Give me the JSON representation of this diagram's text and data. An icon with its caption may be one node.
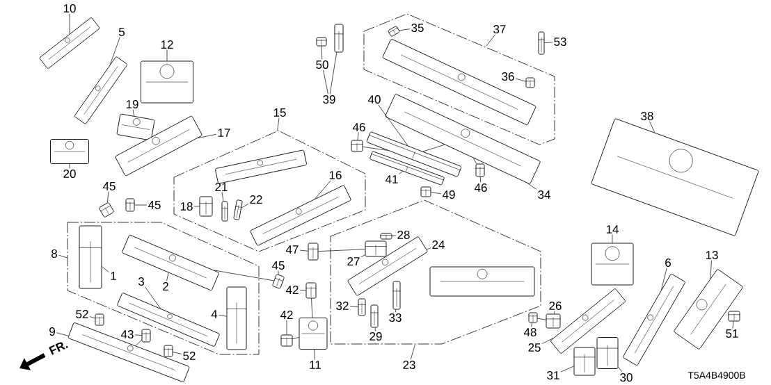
{
  "diagram": {
    "nodes": [
      {
        "text": [],
        "shape": "polygon"
      },
      {
        "text": [],
        "shape": "polygon"
      },
      {
        "text": [],
        "shape": "polygon"
      },
      {
        "text": [],
        "shape": "polygon"
      },
      {
        "text": [
          "10"
        ]
      },
      {
        "text": [],
        "shape": "picture"
      },
      {
        "text": [
          "5"
        ]
      },
      {
        "text": [],
        "shape": "picture"
      },
      {
        "text": [
          "12"
        ]
      },
      {
        "text": [],
        "shape": "picture"
      },
      {
        "text": [
          "19"
        ]
      },
      {
        "text": [],
        "shape": "picture"
      },
      {
        "text": [
          "17"
        ]
      },
      {
        "text": [],
        "shape": "picture"
      },
      {
        "text": [
          "20"
        ]
      },
      {
        "text": [],
        "shape": "picture"
      },
      {
        "text": [
          "50"
        ]
      },
      {
        "text": [],
        "shape": "picture"
      },
      {
        "text": [],
        "shape": "picture"
      },
      {
        "text": [
          "39"
        ]
      },
      {
        "text": [
          "35"
        ],
        "in": 3
      },
      {
        "text": [],
        "shape": "picture",
        "in": 3
      },
      {
        "text": [
          "37"
        ]
      },
      {
        "text": [],
        "shape": "picture",
        "in": 3
      },
      {
        "text": [
          "53"
        ]
      },
      {
        "text": [],
        "shape": "picture"
      },
      {
        "text": [
          "36"
        ],
        "in": 3
      },
      {
        "text": [],
        "shape": "picture",
        "in": 3
      },
      {
        "text": [
          "15"
        ]
      },
      {
        "text": [],
        "shape": "picture",
        "in": 1
      },
      {
        "text": [
          "16"
        ],
        "in": 1
      },
      {
        "text": [],
        "shape": "picture",
        "in": 1
      },
      {
        "text": [
          "21"
        ],
        "in": 1
      },
      {
        "text": [],
        "shape": "picture",
        "in": 1
      },
      {
        "text": [
          "22"
        ],
        "in": 1
      },
      {
        "text": [],
        "shape": "picture",
        "in": 1
      },
      {
        "text": [
          "18"
        ],
        "in": 1
      },
      {
        "text": [],
        "shape": "picture",
        "in": 1
      },
      {
        "text": [
          "40"
        ]
      },
      {
        "text": [],
        "shape": "picture"
      },
      {
        "text": [
          "46"
        ]
      },
      {
        "text": [],
        "shape": "picture"
      },
      {
        "text": [
          "34"
        ]
      },
      {
        "text": [],
        "shape": "picture"
      },
      {
        "text": [
          "41"
        ]
      },
      {
        "text": [],
        "shape": "picture"
      },
      {
        "text": [
          "46"
        ]
      },
      {
        "text": [],
        "shape": "picture"
      },
      {
        "text": [
          "49"
        ]
      },
      {
        "text": [],
        "shape": "picture"
      },
      {
        "text": [
          "38"
        ]
      },
      {
        "text": [],
        "shape": "picture"
      },
      {
        "text": [
          "45"
        ]
      },
      {
        "text": [],
        "shape": "picture"
      },
      {
        "text": [
          "45"
        ]
      },
      {
        "text": [],
        "shape": "picture"
      },
      {
        "text": [
          "8"
        ]
      },
      {
        "text": [
          "1"
        ],
        "in": 0
      },
      {
        "text": [],
        "shape": "picture",
        "in": 0
      },
      {
        "text": [
          "2"
        ],
        "in": 0
      },
      {
        "text": [],
        "shape": "picture",
        "in": 0
      },
      {
        "text": [
          "3"
        ],
        "in": 0
      },
      {
        "text": [],
        "shape": "picture",
        "in": 0
      },
      {
        "text": [
          "4"
        ],
        "in": 0
      },
      {
        "text": [],
        "shape": "picture",
        "in": 0
      },
      {
        "text": [
          "45"
        ]
      },
      {
        "text": [],
        "shape": "picture"
      },
      {
        "text": [
          "9"
        ]
      },
      {
        "text": [],
        "shape": "picture"
      },
      {
        "text": [
          "52"
        ]
      },
      {
        "text": [],
        "shape": "picture"
      },
      {
        "text": [
          "43"
        ]
      },
      {
        "text": [],
        "shape": "picture"
      },
      {
        "text": [
          "52"
        ]
      },
      {
        "text": [],
        "shape": "picture"
      },
      {
        "text": [
          "47"
        ]
      },
      {
        "text": [],
        "shape": "picture"
      },
      {
        "text": [
          "42"
        ]
      },
      {
        "text": [],
        "shape": "picture"
      },
      {
        "text": [
          "42"
        ]
      },
      {
        "text": [],
        "shape": "picture"
      },
      {
        "text": [
          "11"
        ]
      },
      {
        "text": [],
        "shape": "picture"
      },
      {
        "text": [
          "28"
        ],
        "in": 2
      },
      {
        "text": [],
        "shape": "picture",
        "in": 2
      },
      {
        "text": [
          "24"
        ],
        "in": 2
      },
      {
        "text": [],
        "shape": "picture",
        "in": 2
      },
      {
        "text": [
          "27"
        ],
        "in": 2
      },
      {
        "text": [],
        "shape": "picture",
        "in": 2
      },
      {
        "text": [
          "33"
        ],
        "in": 2
      },
      {
        "text": [],
        "shape": "picture",
        "in": 2
      },
      {
        "text": [
          "32"
        ],
        "in": 2
      },
      {
        "text": [],
        "shape": "picture",
        "in": 2
      },
      {
        "text": [
          "29"
        ],
        "in": 2
      },
      {
        "text": [],
        "shape": "picture",
        "in": 2
      },
      {
        "text": [],
        "shape": "picture",
        "in": 2
      },
      {
        "text": [
          "23"
        ]
      },
      {
        "text": [
          "14"
        ]
      },
      {
        "text": [],
        "shape": "picture"
      },
      {
        "text": [
          "6"
        ]
      },
      {
        "text": [],
        "shape": "picture"
      },
      {
        "text": [
          "13"
        ]
      },
      {
        "text": [],
        "shape": "picture"
      },
      {
        "text": [
          "51"
        ]
      },
      {
        "text": [],
        "shape": "picture"
      },
      {
        "text": [
          "26"
        ]
      },
      {
        "text": [],
        "shape": "picture"
      },
      {
        "text": [
          "48"
        ]
      },
      {
        "text": [],
        "shape": "picture"
      },
      {
        "text": [
          "25"
        ]
      },
      {
        "text": [],
        "shape": "picture"
      },
      {
        "text": [
          "31"
        ]
      },
      {
        "text": [],
        "shape": "picture"
      },
      {
        "text": [
          "30"
        ]
      },
      {
        "text": [],
        "shape": "picture"
      }
    ],
    "edges": [
      {
        "from": 4,
        "to": 5,
        "arrow": "none"
      },
      {
        "from": 6,
        "to": 7,
        "arrow": "none"
      },
      {
        "from": 8,
        "to": 9,
        "arrow": "none"
      },
      {
        "from": 10,
        "to": 11,
        "arrow": "none"
      },
      {
        "from": 12,
        "to": 13,
        "arrow": "none"
      },
      {
        "from": 14,
        "to": 15,
        "arrow": "none"
      },
      {
        "from": 16,
        "to": 17,
        "arrow": "none"
      },
      {
        "from": 19,
        "to": 16,
        "arrow": "none"
      },
      {
        "from": 19,
        "to": 18,
        "arrow": "none"
      },
      {
        "from": 20,
        "to": 21,
        "arrow": "none"
      },
      {
        "from": 22,
        "to": 3,
        "arrow": "none"
      },
      {
        "from": 24,
        "to": 25,
        "arrow": "none"
      },
      {
        "from": 26,
        "to": 27,
        "arrow": "none"
      },
      {
        "from": 28,
        "to": 1,
        "arrow": "none"
      },
      {
        "from": 30,
        "to": 31,
        "arrow": "none"
      },
      {
        "from": 32,
        "to": 33,
        "arrow": "none"
      },
      {
        "from": 34,
        "to": 35,
        "arrow": "none"
      },
      {
        "from": 36,
        "to": 37,
        "arrow": "none"
      },
      {
        "from": 38,
        "to": 39,
        "arrow": "none"
      },
      {
        "from": 40,
        "to": 41,
        "arrow": "none"
      },
      {
        "from": 41,
        "to": 39,
        "arrow": "none"
      },
      {
        "from": 39,
        "to": 43,
        "arrow": "none"
      },
      {
        "from": 42,
        "to": 43,
        "arrow": "none"
      },
      {
        "from": 44,
        "to": 45,
        "arrow": "none"
      },
      {
        "from": 46,
        "to": 47,
        "arrow": "none"
      },
      {
        "from": 47,
        "to": 43,
        "arrow": "none"
      },
      {
        "from": 48,
        "to": 49,
        "arrow": "none"
      },
      {
        "from": 50,
        "to": 51,
        "arrow": "none"
      },
      {
        "from": 52,
        "to": 53,
        "arrow": "none"
      },
      {
        "from": 54,
        "to": 55,
        "arrow": "none"
      },
      {
        "from": 56,
        "to": 0,
        "arrow": "none"
      },
      {
        "from": 57,
        "to": 58,
        "arrow": "none"
      },
      {
        "from": 59,
        "to": 60,
        "arrow": "none"
      },
      {
        "from": 61,
        "to": 62,
        "arrow": "none"
      },
      {
        "from": 63,
        "to": 64,
        "arrow": "none"
      },
      {
        "from": 65,
        "to": 66,
        "arrow": "none"
      },
      {
        "from": 66,
        "to": 60,
        "arrow": "none"
      },
      {
        "from": 67,
        "to": 68,
        "arrow": "none"
      },
      {
        "from": 69,
        "to": 70,
        "arrow": "none"
      },
      {
        "from": 71,
        "to": 72,
        "arrow": "none"
      },
      {
        "from": 72,
        "to": 68,
        "arrow": "none"
      },
      {
        "from": 73,
        "to": 74,
        "arrow": "none"
      },
      {
        "from": 75,
        "to": 76,
        "arrow": "none"
      },
      {
        "from": 76,
        "to": 88,
        "arrow": "none"
      },
      {
        "from": 77,
        "to": 78,
        "arrow": "none"
      },
      {
        "from": 78,
        "to": 82,
        "arrow": "none"
      },
      {
        "from": 79,
        "to": 80,
        "arrow": "none"
      },
      {
        "from": 80,
        "to": 82,
        "arrow": "none"
      },
      {
        "from": 81,
        "to": 82,
        "arrow": "none"
      },
      {
        "from": 83,
        "to": 84,
        "arrow": "none"
      },
      {
        "from": 85,
        "to": 86,
        "arrow": "none"
      },
      {
        "from": 87,
        "to": 88,
        "arrow": "none"
      },
      {
        "from": 89,
        "to": 90,
        "arrow": "none"
      },
      {
        "from": 91,
        "to": 92,
        "arrow": "none"
      },
      {
        "from": 93,
        "to": 94,
        "arrow": "none"
      },
      {
        "from": 96,
        "to": 2,
        "arrow": "none"
      },
      {
        "from": 97,
        "to": 98,
        "arrow": "none"
      },
      {
        "from": 99,
        "to": 100,
        "arrow": "none"
      },
      {
        "from": 101,
        "to": 102,
        "arrow": "none"
      },
      {
        "from": 103,
        "to": 104,
        "arrow": "none"
      },
      {
        "from": 105,
        "to": 106,
        "arrow": "none"
      },
      {
        "from": 107,
        "to": 108,
        "arrow": "none"
      },
      {
        "from": 108,
        "to": 106,
        "arrow": "none"
      },
      {
        "from": 109,
        "to": 110,
        "arrow": "none"
      },
      {
        "from": 111,
        "to": 112,
        "arrow": "none"
      },
      {
        "from": 113,
        "to": 114,
        "arrow": "none"
      }
    ],
    "labels": [
      "FR.",
      "T5A4B4900B"
    ]
  }
}
